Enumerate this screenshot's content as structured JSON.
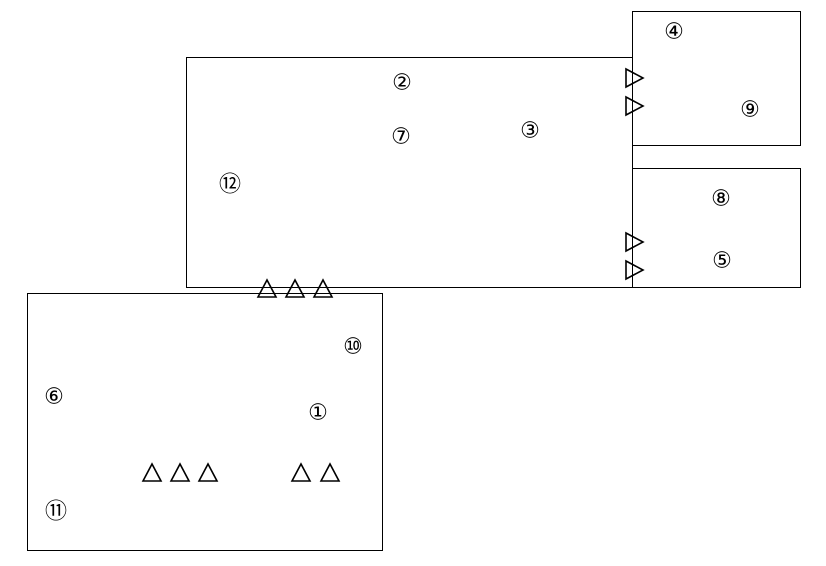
{
  "labels": {
    "l1": "①",
    "l2": "②",
    "l3": "③",
    "l4": "④",
    "l5": "⑤",
    "l6": "⑥",
    "l7": "⑦",
    "l8": "⑧",
    "l9": "⑨",
    "l10": "⑩",
    "l11": "⑪",
    "l12": "⑫"
  },
  "colors": {
    "line": "#000000",
    "background": "#ffffff"
  },
  "icons": {
    "up_marker": "triangle-up-outline",
    "right_marker": "triangle-right-outline"
  }
}
